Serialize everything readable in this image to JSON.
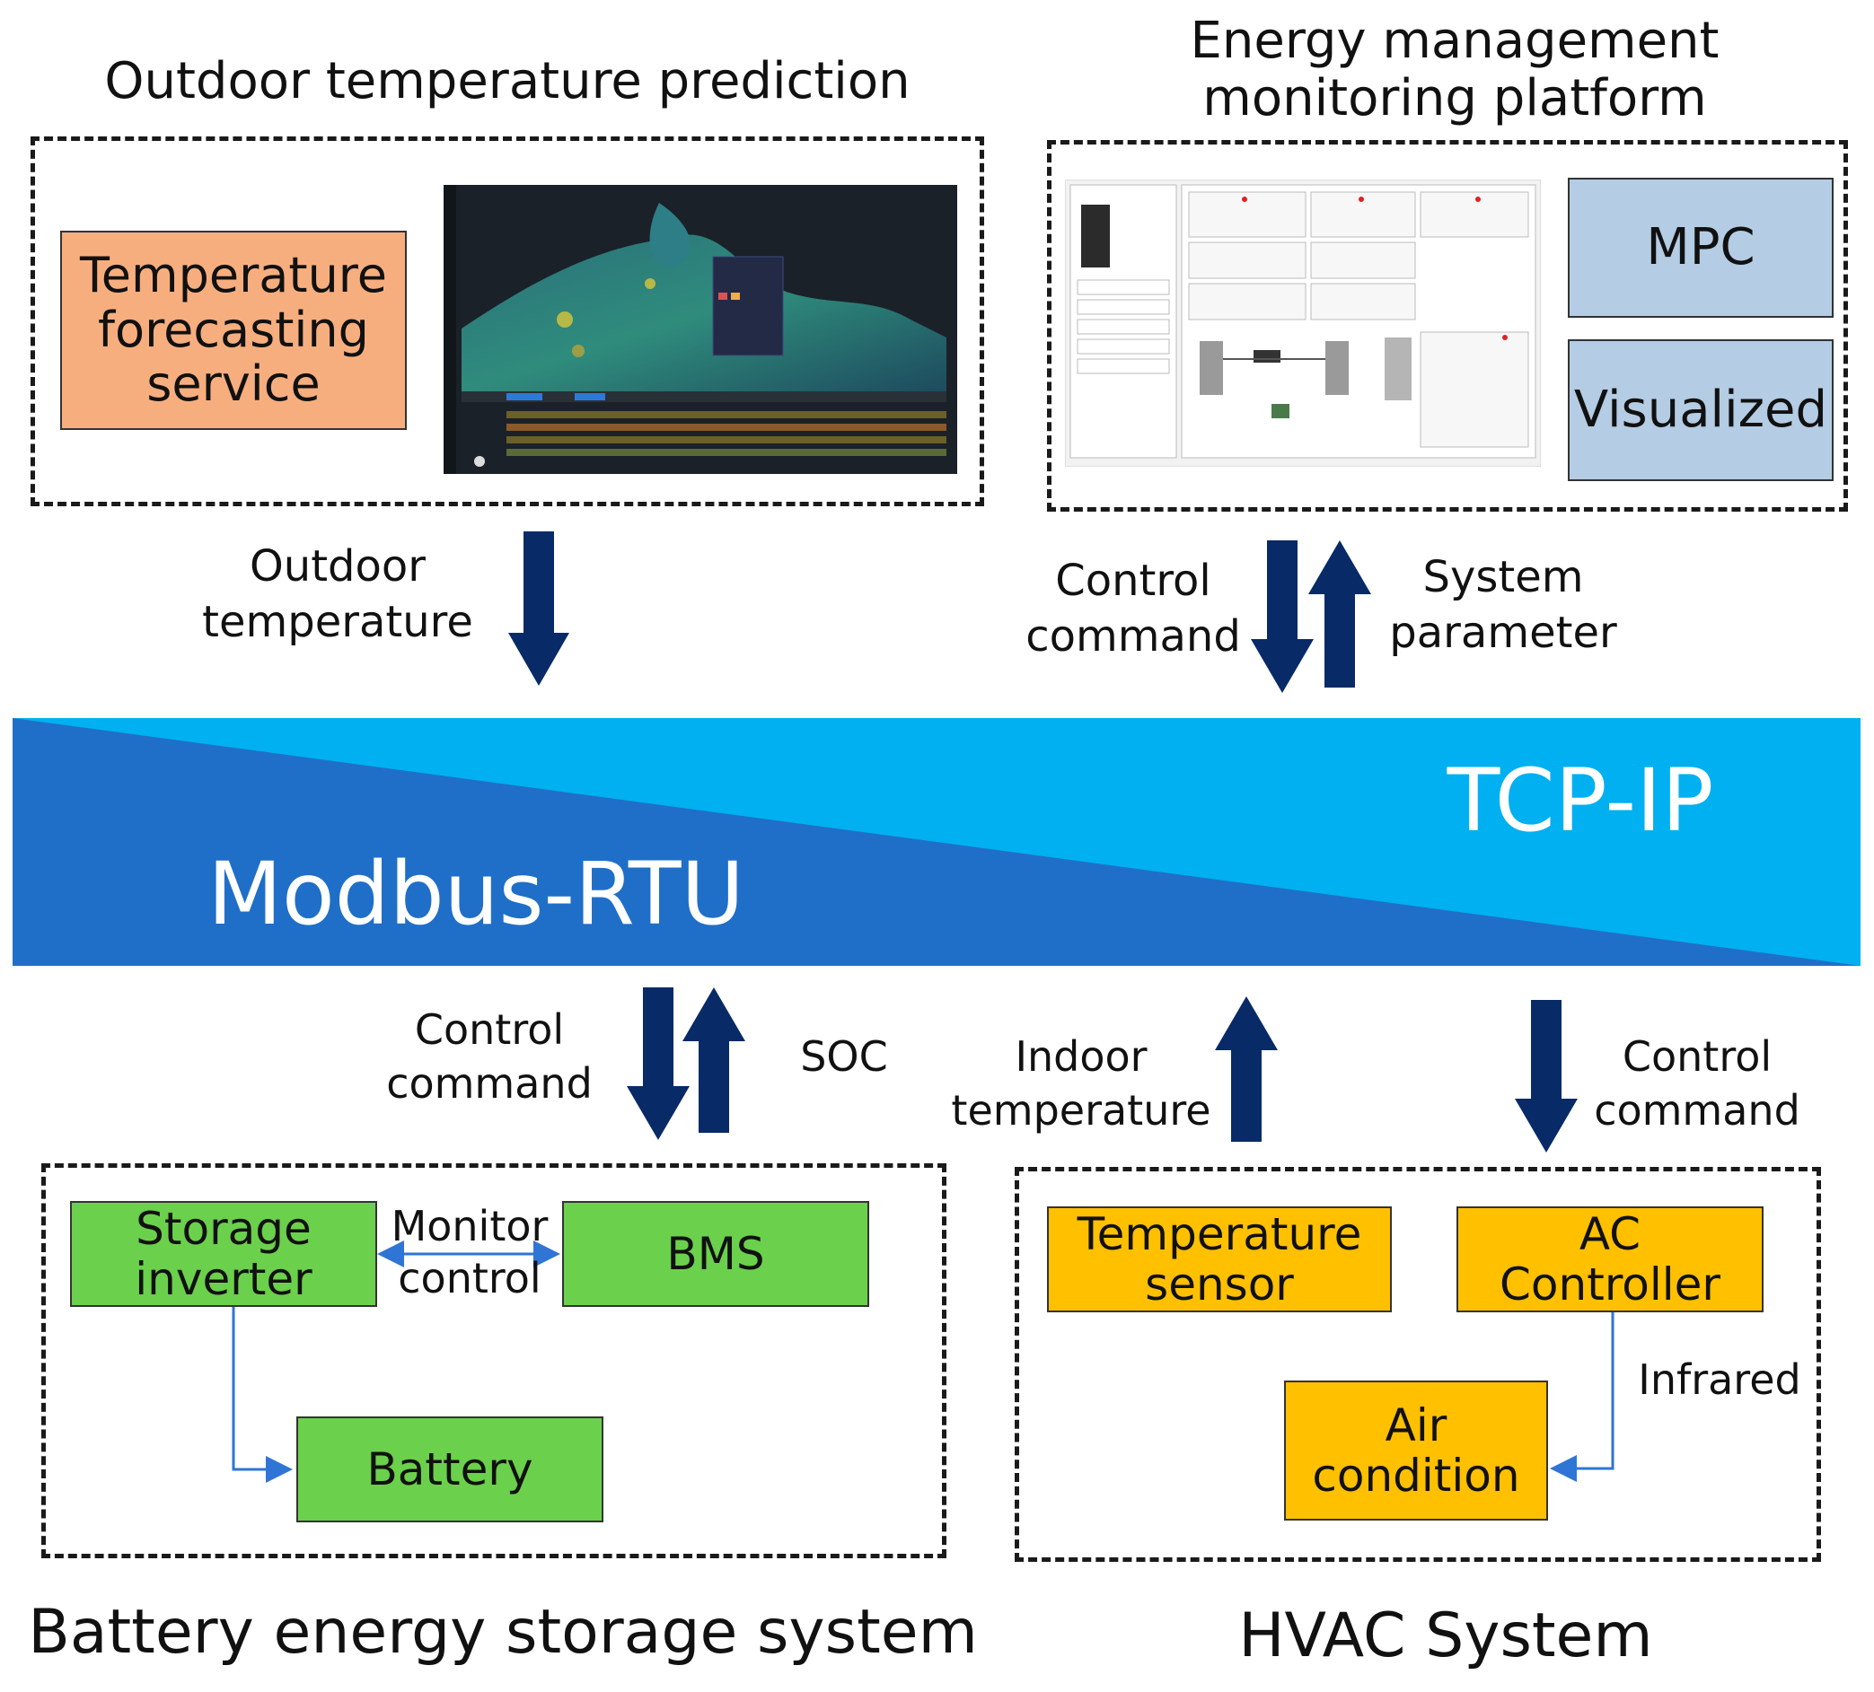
{
  "top_left": {
    "title": "Outdoor temperature prediction",
    "service_box": "Temperature\nforecasting\nservice"
  },
  "top_right": {
    "title": "Energy management\nmonitoring platform",
    "mpc_box": "MPC",
    "visualized_box": "Visualized"
  },
  "edges": {
    "outdoor_temperature": "Outdoor\ntemperature",
    "control_command_top": "Control\ncommand",
    "system_parameter": "System\nparameter",
    "control_command_bess": "Control\ncommand",
    "soc": "SOC",
    "indoor_temperature": "Indoor\ntemperature",
    "control_command_hvac": "Control\ncommand",
    "monitor_control": "Monitor\ncontrol",
    "infrared": "Infrared"
  },
  "bus": {
    "left_label": "Modbus-RTU",
    "right_label": "TCP-IP",
    "colors": {
      "dark": "#1F6FC8",
      "light": "#00B0F0"
    }
  },
  "bess": {
    "title": "Battery energy storage system",
    "storage_inverter": "Storage\ninverter",
    "bms": "BMS",
    "battery": "Battery"
  },
  "hvac": {
    "title": "HVAC System",
    "temperature_sensor": "Temperature\nsensor",
    "ac_controller": "AC\nController",
    "air_condition": "Air\ncondition"
  },
  "colors": {
    "arrow": "#082A66",
    "connector": "#2F75D6"
  }
}
